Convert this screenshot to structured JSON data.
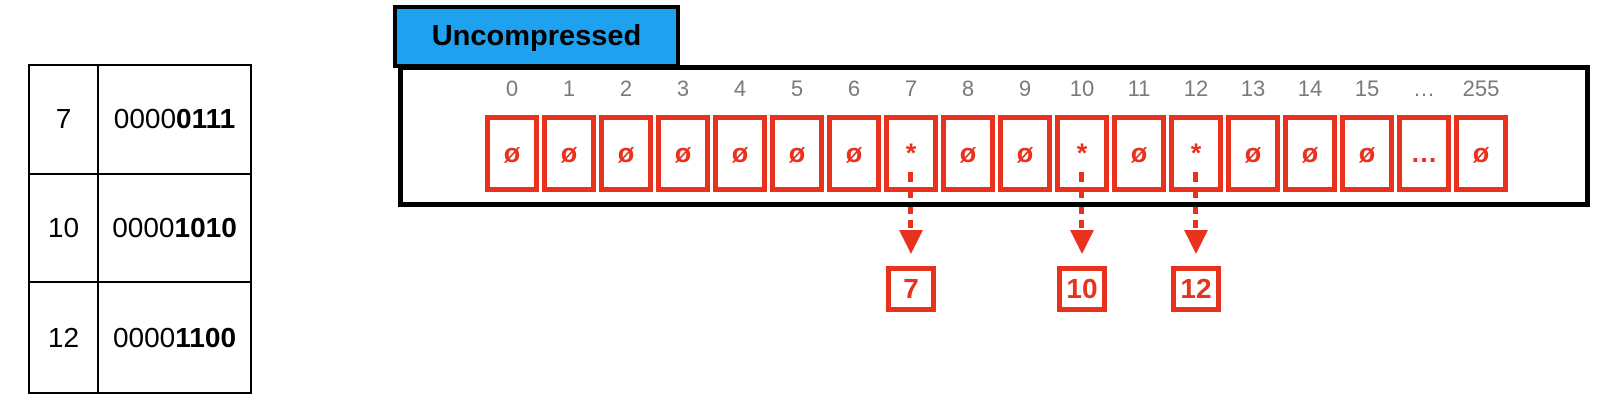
{
  "colors": {
    "accent_red": "#E8321E",
    "label_blue": "#1EA2F0",
    "index_gray": "#7A7A7A"
  },
  "legend_table": {
    "rows": [
      {
        "value": "7",
        "bits_prefix": "0000",
        "bits_bold": "0111"
      },
      {
        "value": "10",
        "bits_prefix": "0000",
        "bits_bold": "1010"
      },
      {
        "value": "12",
        "bits_prefix": "0000",
        "bits_bold": "1100"
      }
    ]
  },
  "array_panel": {
    "label": "Uncompressed",
    "empty_symbol": "ø",
    "occupied_symbol": "*",
    "indices": [
      "0",
      "1",
      "2",
      "3",
      "4",
      "5",
      "6",
      "7",
      "8",
      "9",
      "10",
      "11",
      "12",
      "13",
      "14",
      "15",
      "…",
      "255"
    ],
    "cells": [
      "ø",
      "ø",
      "ø",
      "ø",
      "ø",
      "ø",
      "ø",
      "*",
      "ø",
      "ø",
      "*",
      "ø",
      "*",
      "ø",
      "ø",
      "ø",
      "…",
      "ø"
    ]
  },
  "pointers": [
    {
      "cell_index": 7,
      "label": "7"
    },
    {
      "cell_index": 10,
      "label": "10"
    },
    {
      "cell_index": 12,
      "label": "12"
    }
  ]
}
